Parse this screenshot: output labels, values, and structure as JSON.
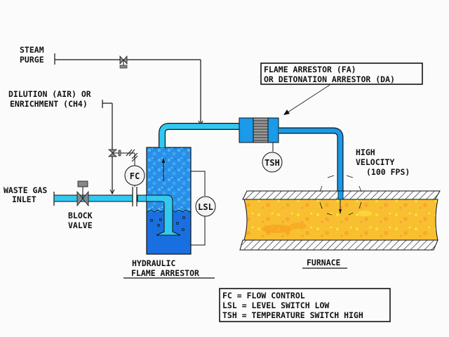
{
  "diagram": {
    "labels": {
      "steam_purge": [
        "STEAM",
        "PURGE"
      ],
      "dilution": [
        "DILUTION (AIR) OR",
        "ENRICHMENT (CH4)"
      ],
      "waste_gas_inlet": [
        "WASTE GAS",
        "INLET"
      ],
      "block_valve": [
        "BLOCK",
        "VALVE"
      ],
      "hydraulic_flame_arrestor": [
        "HYDRAULIC",
        "FLAME ARRESTOR"
      ],
      "flame_arrestor_box": [
        "FLAME ARRESTOR (FA)",
        "OR DETONATION ARRESTOR (DA)"
      ],
      "high_velocity": [
        "HIGH",
        "VELOCITY",
        "(100 FPS)"
      ],
      "furnace": "FURNACE"
    },
    "instruments": {
      "fc": "FC",
      "lsl": "LSL",
      "tsh": "TSH"
    },
    "legend": [
      "FC = FLOW CONTROL",
      "LSL = LEVEL SWITCH LOW",
      "TSH = TEMPERATURE SWITCH HIGH"
    ],
    "colors": {
      "pipe": "#1a9ae8",
      "pipe_light": "#33c8f0",
      "vessel_gas": "#2a8fe8",
      "vessel_liquid": "#1a6fe0",
      "furnace_fill": "#f8c030",
      "furnace_spots": "#f8a020",
      "valve_gray": "#808080",
      "arrestor_core": "#9a9a9a"
    }
  }
}
